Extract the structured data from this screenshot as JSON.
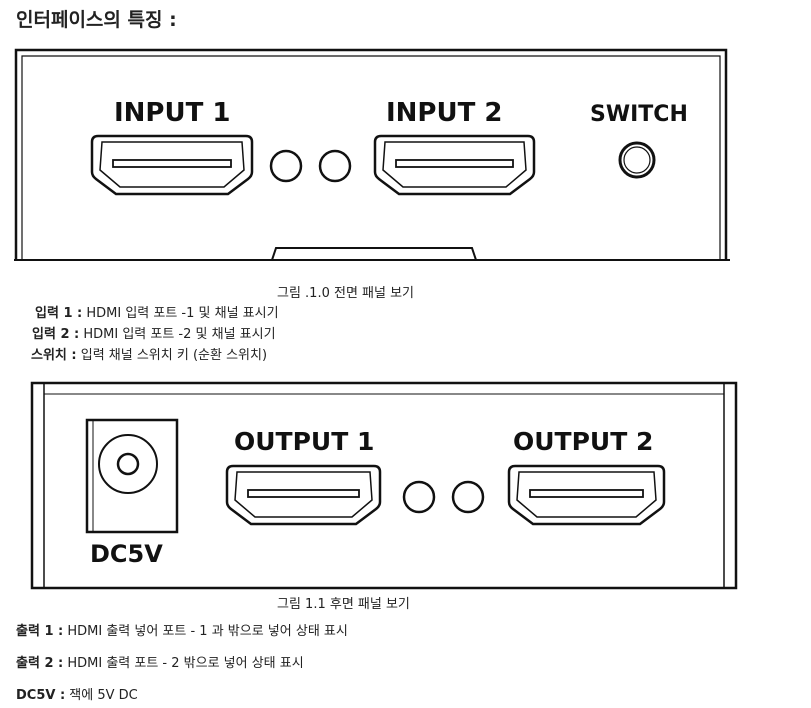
{
  "heading": "인터페이스의 특징 :",
  "front_panel": {
    "input1_label": "INPUT  1",
    "input2_label": "INPUT  2",
    "switch_label": "SWITCH",
    "caption": "그림 .1.0 전면 패널 보기"
  },
  "front_desc": [
    {
      "term": "입력 1 :",
      "text": " HDMI 입력 포트 -1 및 채널  표시기"
    },
    {
      "term": "입력 2 :",
      "text": "  HDMI 입력 포트 -2 및 채널  표시기"
    },
    {
      "term": "스위치 :",
      "text": "  입력 채널 스위치 키  (순환 스위치)"
    }
  ],
  "rear_panel": {
    "output1_label": "OUTPUT  1",
    "output2_label": "OUTPUT  2",
    "dc_label": "DC5V",
    "caption": "그림 1.1 후면  패널 보기"
  },
  "rear_desc": [
    {
      "term": "출력 1 :",
      "text": " HDMI 출력 넣어 포트 - 1  과 밖으로 넣어 상태 표시"
    },
    {
      "term": "출력 2 :",
      "text": " HDMI 출력 포트 - 2  밖으로 넣어 상태 표시"
    },
    {
      "term": "DC5V :",
      "text": " 잭에 5V DC"
    }
  ]
}
